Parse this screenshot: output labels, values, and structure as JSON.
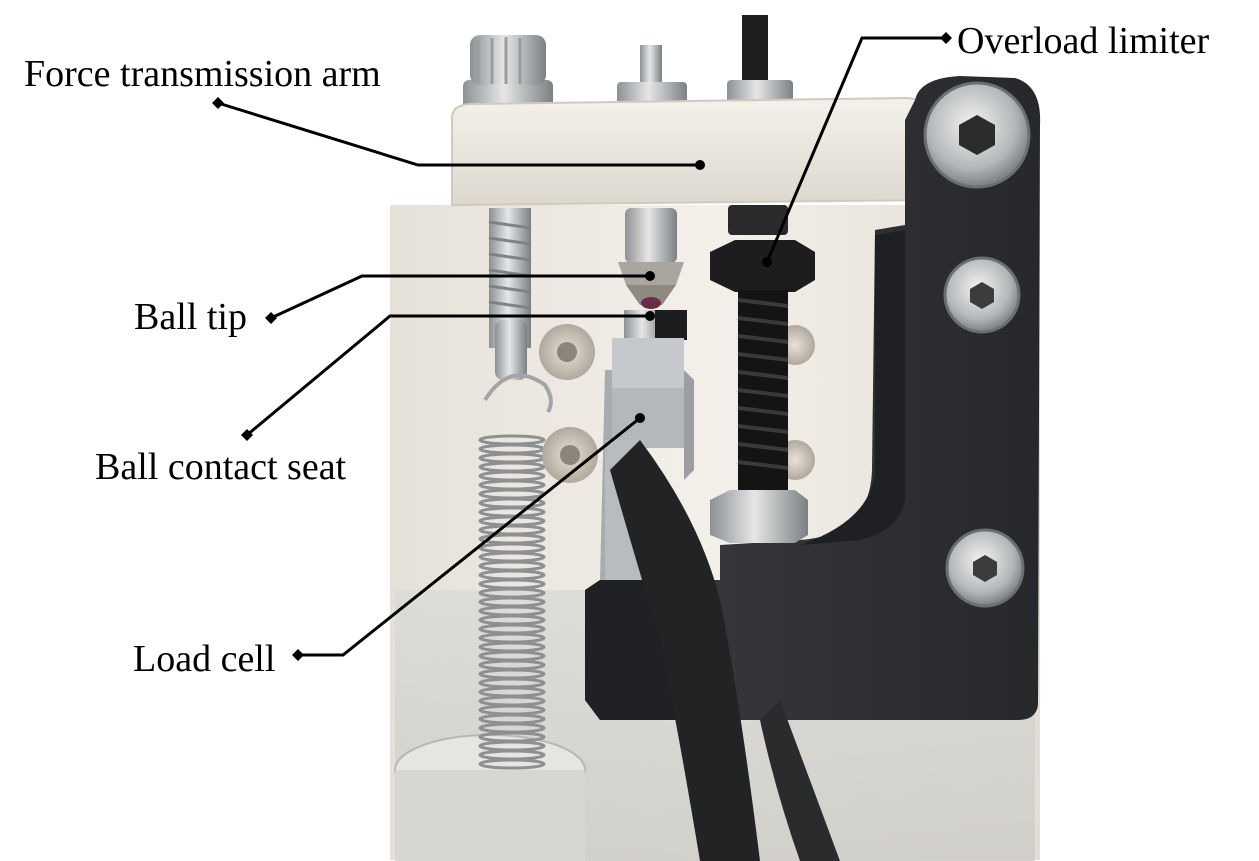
{
  "labels": {
    "force_transmission_arm": "Force transmission arm",
    "overload_limiter": "Overload limiter",
    "ball_tip": "Ball tip",
    "ball_contact_seat": "Ball contact seat",
    "load_cell": "Load cell"
  },
  "colors": {
    "leader": "#000000",
    "nylon_arm": "#ece8e0",
    "block": "#f0ece6",
    "black_bracket": "#2c2e31",
    "steel": "#b9bcbe",
    "cable": "#232323"
  }
}
